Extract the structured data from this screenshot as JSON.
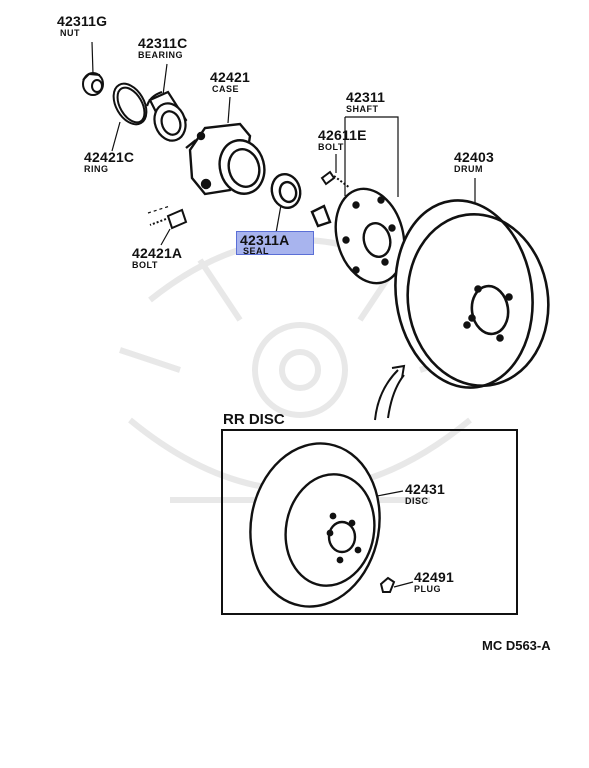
{
  "parts": [
    {
      "id": "nut",
      "number": "42311G",
      "name": "NUT"
    },
    {
      "id": "bearing",
      "number": "42311C",
      "name": "BEARING"
    },
    {
      "id": "case",
      "number": "42421",
      "name": "CASE"
    },
    {
      "id": "shaft",
      "number": "42311",
      "name": "SHAFT"
    },
    {
      "id": "bolt-shaft",
      "number": "42611E",
      "name": "BOLT"
    },
    {
      "id": "ring",
      "number": "42421C",
      "name": "RING"
    },
    {
      "id": "drum",
      "number": "42403",
      "name": "DRUM"
    },
    {
      "id": "seal",
      "number": "42311A",
      "name": "SEAL",
      "highlighted": true
    },
    {
      "id": "bolt-case",
      "number": "42421A",
      "name": "BOLT"
    },
    {
      "id": "disc",
      "number": "42431",
      "name": "DISC"
    },
    {
      "id": "plug",
      "number": "42491",
      "name": "PLUG"
    }
  ],
  "inset": {
    "title": "RR DISC"
  },
  "diagram_code": "MC D563-A",
  "colors": {
    "ink": "#111111",
    "highlight_fill": "#a8b4ee",
    "highlight_border": "#5b6fd6",
    "watermark": "#e6e6e6"
  }
}
